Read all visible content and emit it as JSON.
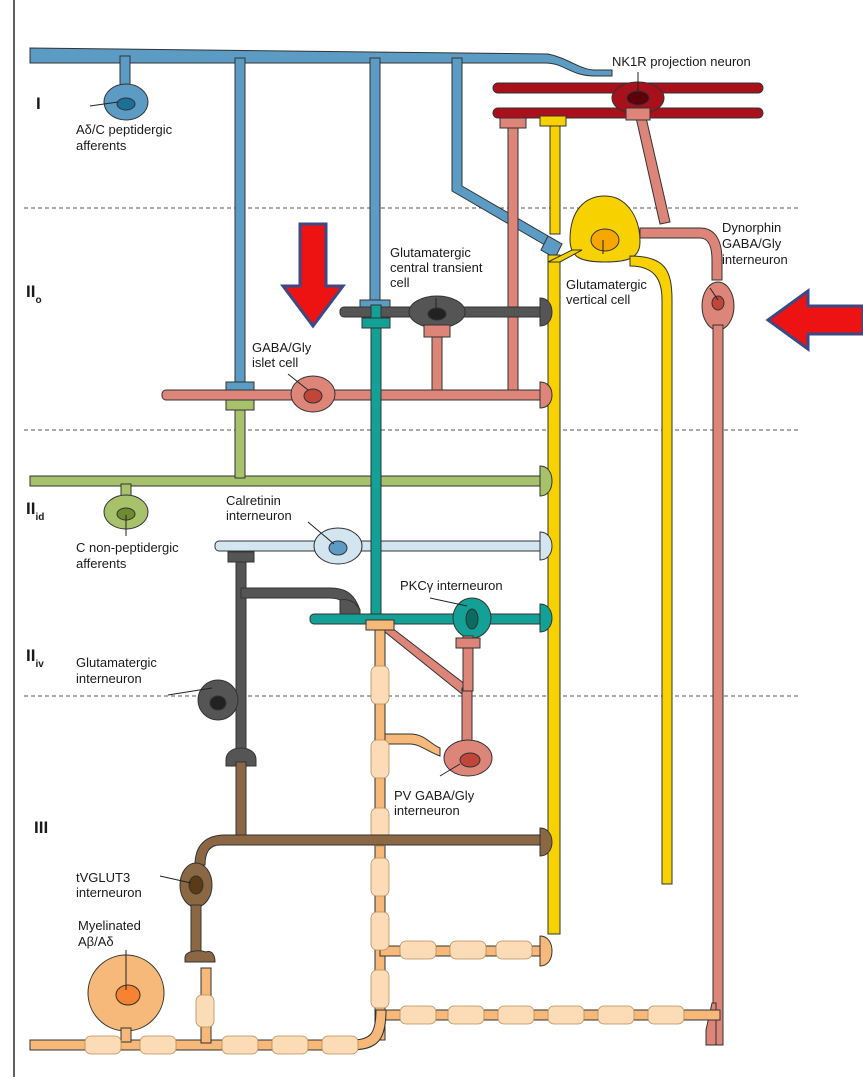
{
  "laminae": [
    {
      "id": "I",
      "label": "I",
      "sub": ""
    },
    {
      "id": "IIo",
      "label": "II",
      "sub": "o"
    },
    {
      "id": "IIid",
      "label": "II",
      "sub": "id"
    },
    {
      "id": "IIiv",
      "label": "II",
      "sub": "iv"
    },
    {
      "id": "III",
      "label": "III",
      "sub": ""
    }
  ],
  "labels": {
    "nk1r": [
      "NK1R projection neuron"
    ],
    "adelta": [
      "Aδ/C peptidergic",
      "afferents"
    ],
    "central_transient": [
      "Glutamatergic",
      "central transient",
      "cell"
    ],
    "vertical": [
      "Glutamatergic",
      "vertical cell"
    ],
    "dynorphin": [
      "Dynorphin",
      "GABA/Gly",
      "interneuron"
    ],
    "islet": [
      "GABA/Gly",
      "islet cell"
    ],
    "c_nonpep": [
      "C non-peptidergic",
      "afferents"
    ],
    "calretinin": [
      "Calretinin",
      "interneuron"
    ],
    "pkc": [
      "PKCγ interneuron"
    ],
    "glut_inter": [
      "Glutamatergic",
      "interneuron"
    ],
    "pv": [
      "PV GABA/Gly",
      "interneuron"
    ],
    "tvglut3": [
      "tVGLUT3",
      "interneuron"
    ],
    "myelinated": [
      "Myelinated",
      "Aβ/Aδ"
    ]
  },
  "colors": {
    "blue": "#5b9bc4",
    "salmon": "#de857a",
    "darkred": "#a8101c",
    "yellow": "#f7d200",
    "teal": "#13a197",
    "olive": "#a7c26b",
    "lightblue": "#d3e5f1",
    "gray": "#555555",
    "brown": "#8b6843",
    "peach": "#f6b97a",
    "myelin": "#fbdcb6",
    "arrow": "#ee1313",
    "arrow_border": "#3b4a86"
  },
  "icons": [
    "down-arrow-icon",
    "left-arrow-icon"
  ]
}
